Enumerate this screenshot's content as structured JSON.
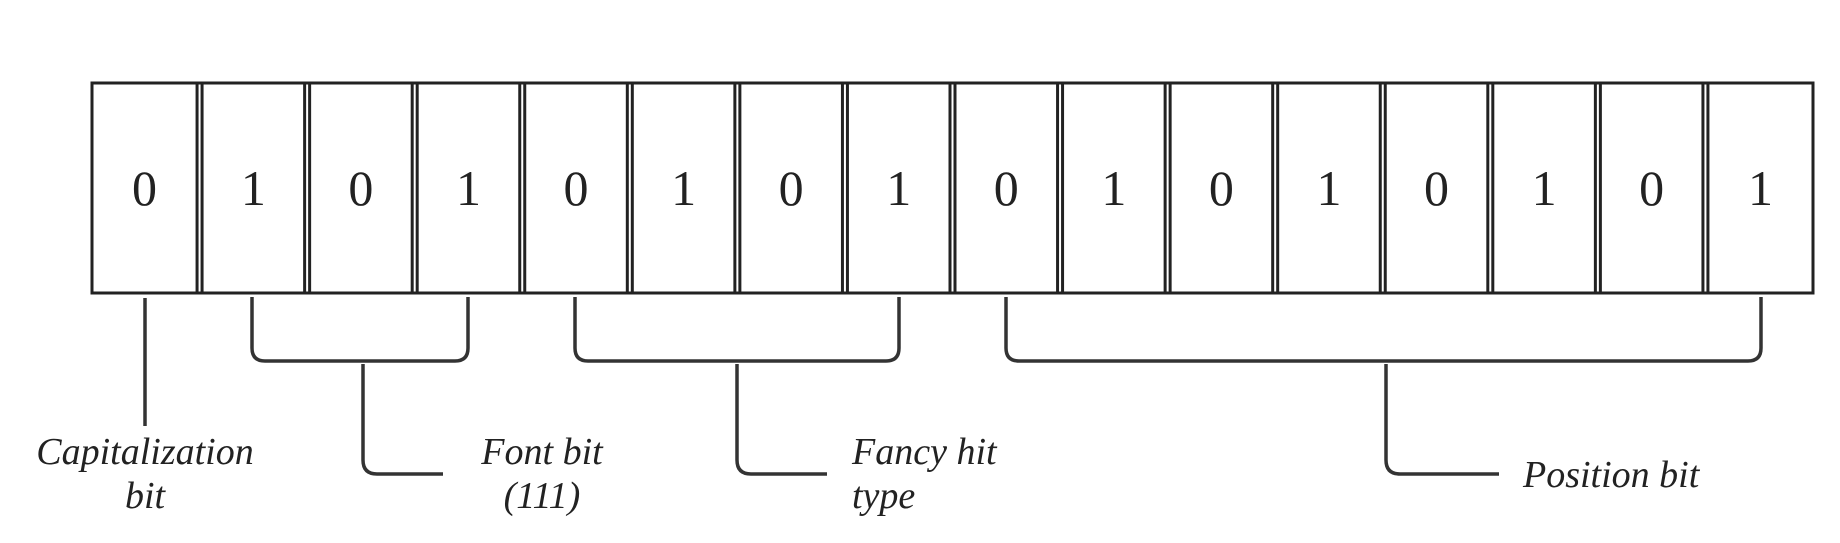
{
  "bits": [
    "0",
    "1",
    "0",
    "1",
    "0",
    "1",
    "0",
    "1",
    "0",
    "1",
    "0",
    "1",
    "0",
    "1",
    "0",
    "1"
  ],
  "labels": {
    "capitalization": [
      "Capitalization",
      "bit"
    ],
    "font": [
      "Font bit",
      "(111)"
    ],
    "fancy": [
      "Fancy hit",
      "type"
    ],
    "position": [
      "Position bit"
    ]
  }
}
